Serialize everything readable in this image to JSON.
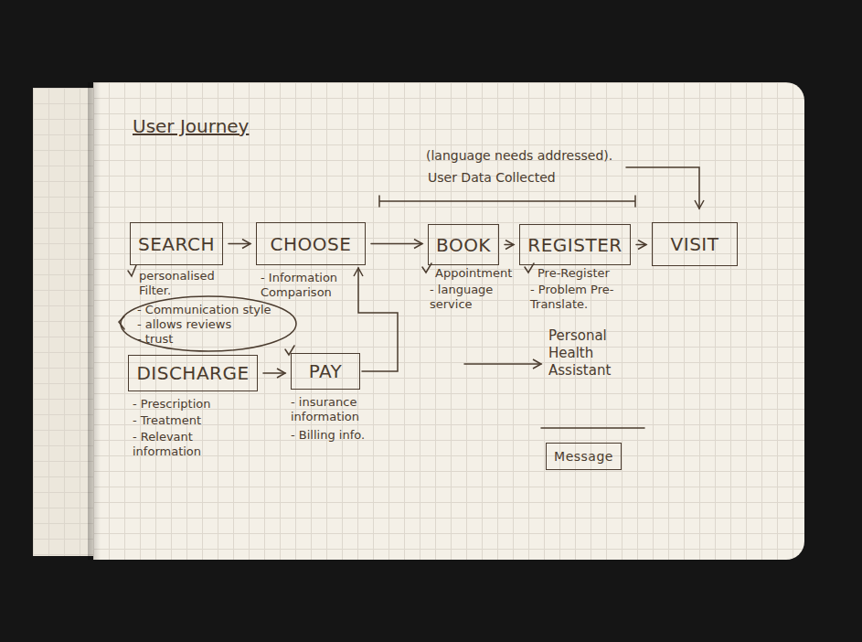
{
  "diagram": {
    "title": "User Journey",
    "nodes": [
      {
        "text": [
          "SEARCH"
        ]
      },
      {
        "text": [
          "CHOOSE"
        ]
      },
      {
        "text": [
          "BOOK"
        ]
      },
      {
        "text": [
          "REGISTER"
        ]
      },
      {
        "text": [
          "VISIT"
        ]
      },
      {
        "text": [
          "DISCHARGE"
        ]
      },
      {
        "text": [
          "PAY"
        ]
      },
      {
        "text": [
          "Message"
        ]
      }
    ],
    "edges": [
      {
        "from": 0,
        "to": 1,
        "arrow": "to"
      },
      {
        "from": 1,
        "to": 2,
        "arrow": "to"
      },
      {
        "from": 2,
        "to": 3,
        "arrow": "to"
      },
      {
        "from": 3,
        "to": 4,
        "arrow": "to"
      },
      {
        "from": 5,
        "to": 6,
        "arrow": "to"
      },
      {
        "from": 6,
        "to": 1,
        "arrow": "to"
      }
    ],
    "labels": [
      "(language needs addressed).",
      "User Data Collected",
      "personalised Filter.",
      "- Information Comparison",
      "Appointment",
      "- language service",
      "Pre-Register",
      "- Problem Pre-Translate.",
      "- Communication style",
      "- allows reviews",
      "- trust",
      "- Prescription",
      "- Treatment",
      "- Relevant information",
      "- insurance information",
      "- Billing info.",
      "Personal Health Assistant"
    ]
  }
}
